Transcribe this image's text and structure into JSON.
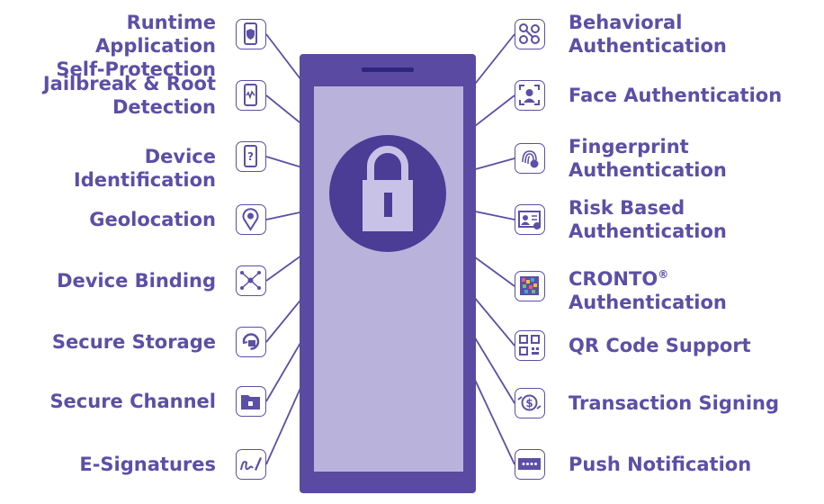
{
  "colors": {
    "primary": "#5c4fa6",
    "phone_frame": "#5a4aa1",
    "phone_screen": "#b9b3dc",
    "phone_speaker": "#2f2580",
    "lock_circle": "#4b3c96",
    "lock_body": "#c8c2e6"
  },
  "left_features": [
    {
      "line1": "Runtime Application",
      "line2": "Self-Protection",
      "icon": "shield-phone-icon"
    },
    {
      "line1": "Jailbreak & Root",
      "line2": "Detection",
      "icon": "phone-wave-icon"
    },
    {
      "line1": "Device Identification",
      "line2": "",
      "icon": "question-phone-icon"
    },
    {
      "line1": "Geolocation",
      "line2": "",
      "icon": "location-pin-icon"
    },
    {
      "line1": "Device Binding",
      "line2": "",
      "icon": "network-nodes-icon"
    },
    {
      "line1": "Secure Storage",
      "line2": "",
      "icon": "storage-lock-icon"
    },
    {
      "line1": "Secure Channel",
      "line2": "",
      "icon": "folder-lock-icon"
    },
    {
      "line1": "E-Signatures",
      "line2": "",
      "icon": "signature-pen-icon"
    }
  ],
  "right_features": [
    {
      "line1": "Behavioral",
      "line2": "Authentication",
      "icon": "behavior-nodes-icon"
    },
    {
      "line1": "Face Authentication",
      "line2": "",
      "icon": "face-scan-icon"
    },
    {
      "line1": "Fingerprint",
      "line2": "Authentication",
      "icon": "fingerprint-icon"
    },
    {
      "line1": "Risk Based",
      "line2": "Authentication",
      "icon": "id-card-icon"
    },
    {
      "line1": "CRONTO",
      "sup": "®",
      "line2": "Authentication",
      "icon": "cronto-code-icon"
    },
    {
      "line1": "QR Code Support",
      "line2": "",
      "icon": "qr-code-icon"
    },
    {
      "line1": "Transaction Signing",
      "line2": "",
      "icon": "dollar-sign-icon"
    },
    {
      "line1": "Push Notification",
      "line2": "",
      "icon": "password-field-icon"
    }
  ]
}
